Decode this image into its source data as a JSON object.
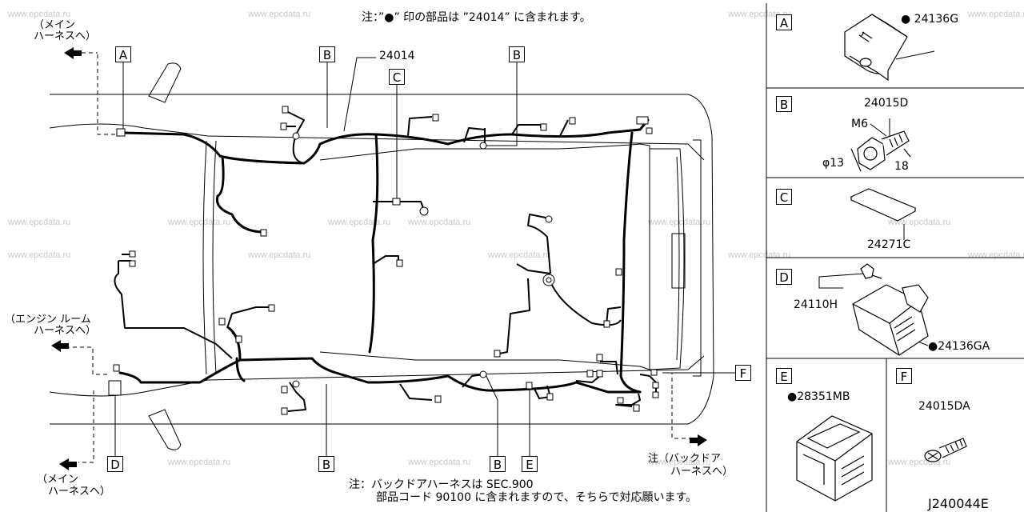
{
  "watermark": "www.epcdata.ru",
  "header_note": "注：”●” 印の部品は ”24014” に含まれます。",
  "footer_note_line1": "注：バックドアハーネスは SEC.900",
  "footer_note_line2": "部品コード 90100 に含まれますので、そちらで対応願います。",
  "diagram_code": "J240044E",
  "main_harness_ref": "24014",
  "callouts": {
    "main_harness_top": [
      "（メイン",
      "ハーネスへ）"
    ],
    "engine_room": [
      "（エンジン ルーム",
      "ハーネスへ）"
    ],
    "main_harness_bottom": [
      "（メイン",
      "ハーネスへ）"
    ],
    "back_door": [
      "注（バックドア",
      "ハーネスへ）"
    ]
  },
  "diagram_letters": {
    "a": "A",
    "b": "B",
    "c": "C",
    "d": "D",
    "e": "E",
    "f": "F"
  },
  "parts": [
    {
      "letter": "A",
      "code": "24136G",
      "marked": true
    },
    {
      "letter": "B",
      "code": "24015D",
      "marked": false,
      "thread": "M6",
      "diameter": "φ13",
      "length": "18"
    },
    {
      "letter": "C",
      "code": "24271C",
      "marked": false
    },
    {
      "letter": "D",
      "code": "24110H",
      "marked": false,
      "second_code": "24136GA",
      "second_marked": true
    },
    {
      "letter": "E",
      "code": "28351MB",
      "marked": true
    },
    {
      "letter": "F",
      "code": "24015DA",
      "marked": false
    }
  ],
  "bullet": "●"
}
